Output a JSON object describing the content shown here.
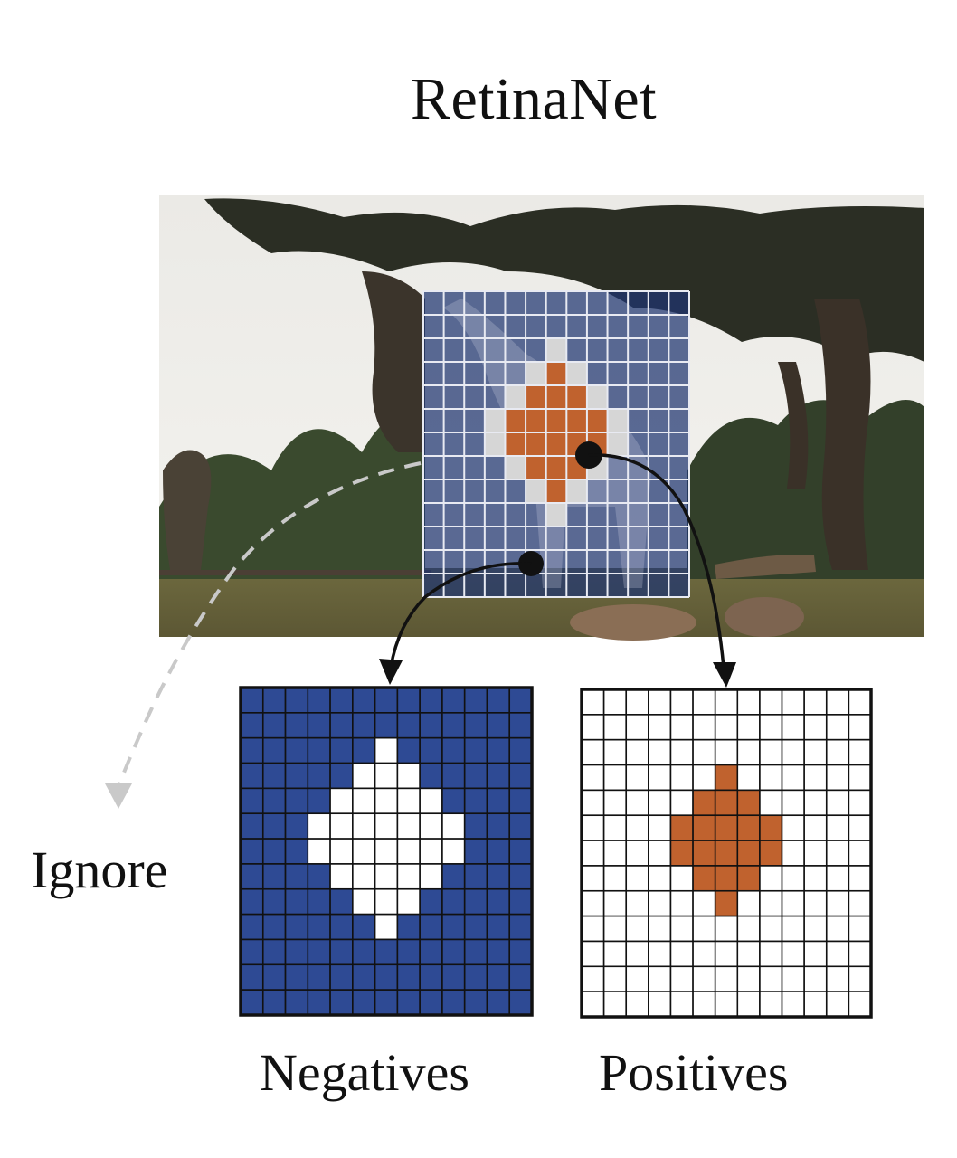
{
  "title": "RetinaNet",
  "labels": {
    "ignore": "Ignore",
    "negatives": "Negatives",
    "positives": "Positives"
  },
  "colors": {
    "negative_blue": "#2e4a94",
    "positive_orange": "#c0622e",
    "ignore_gray": "#d6d6d6",
    "grid_line": "#111111",
    "overlay_blue": "#1f3470",
    "dashed_arrow": "#c8c8c8",
    "arrow": "#111111"
  },
  "grid": {
    "size": 13,
    "positive_cells": [
      [
        3,
        6
      ],
      [
        4,
        5
      ],
      [
        4,
        6
      ],
      [
        4,
        7
      ],
      [
        5,
        4
      ],
      [
        5,
        5
      ],
      [
        5,
        6
      ],
      [
        5,
        7
      ],
      [
        5,
        8
      ],
      [
        6,
        4
      ],
      [
        6,
        5
      ],
      [
        6,
        6
      ],
      [
        6,
        7
      ],
      [
        6,
        8
      ],
      [
        7,
        5
      ],
      [
        7,
        6
      ],
      [
        7,
        7
      ],
      [
        8,
        6
      ]
    ],
    "ignore_cells": [
      [
        2,
        6
      ],
      [
        3,
        5
      ],
      [
        3,
        7
      ],
      [
        4,
        4
      ],
      [
        4,
        8
      ],
      [
        5,
        3
      ],
      [
        5,
        9
      ],
      [
        6,
        3
      ],
      [
        6,
        9
      ],
      [
        7,
        4
      ],
      [
        7,
        8
      ],
      [
        8,
        5
      ],
      [
        8,
        7
      ],
      [
        9,
        6
      ]
    ]
  }
}
